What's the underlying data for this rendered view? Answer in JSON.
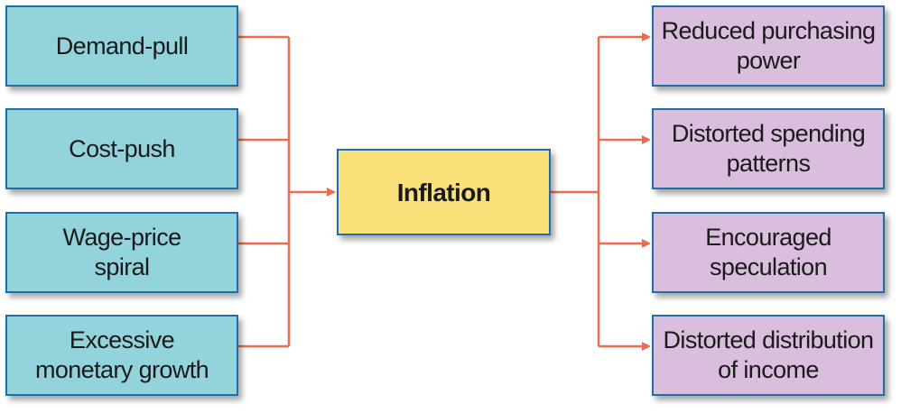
{
  "colors": {
    "cause_fill": "#93d3dc",
    "center_fill": "#fbe17a",
    "effect_fill": "#d9bedd",
    "border": "#1e6fa8",
    "connector": "#f06a50"
  },
  "diagram": {
    "center": {
      "label": "Inflation"
    },
    "causes": [
      {
        "lines": [
          "Demand-pull"
        ]
      },
      {
        "lines": [
          "Cost-push"
        ]
      },
      {
        "lines": [
          "Wage-price",
          "spiral"
        ]
      },
      {
        "lines": [
          "Excessive",
          "monetary growth"
        ]
      }
    ],
    "effects": [
      {
        "lines": [
          "Reduced purchasing",
          "power"
        ]
      },
      {
        "lines": [
          "Distorted spending",
          "patterns"
        ]
      },
      {
        "lines": [
          "Encouraged",
          "speculation"
        ]
      },
      {
        "lines": [
          "Distorted distribution",
          "of income"
        ]
      }
    ]
  }
}
